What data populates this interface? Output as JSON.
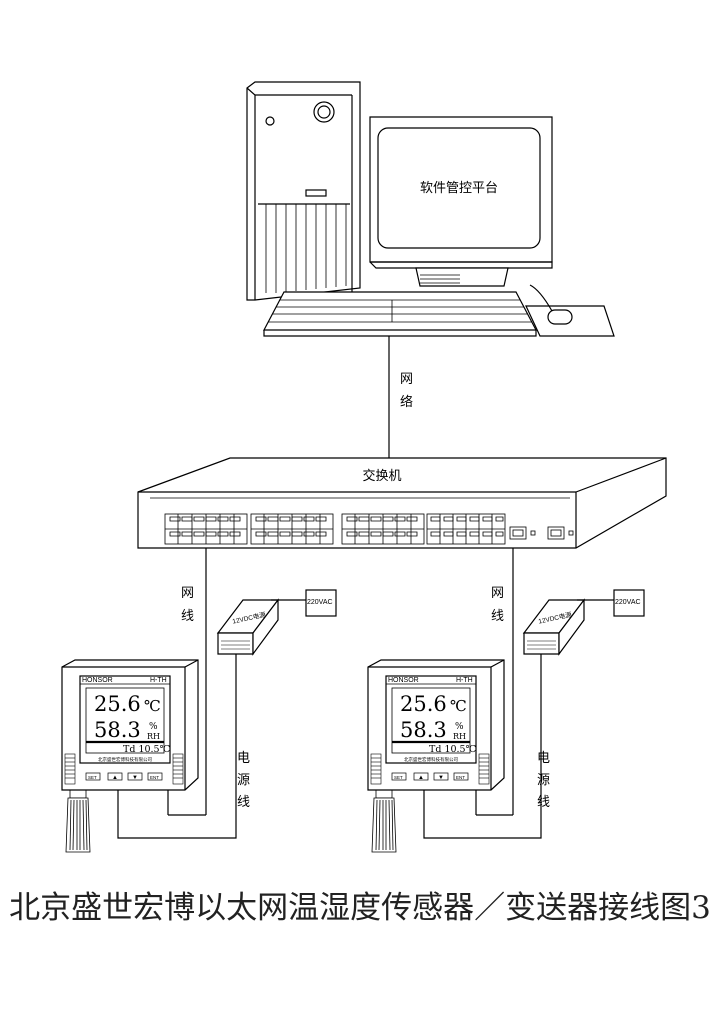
{
  "monitor_label": "软件管控平台",
  "cable_network": [
    "网",
    "络"
  ],
  "switch_label": "交换机",
  "cable_wire": [
    "网",
    "线"
  ],
  "cable_power": [
    "电",
    "源",
    "线"
  ],
  "psu_label": "12VDC电源",
  "ac_label": "220VAC",
  "sensor": {
    "brand": "HONSOR",
    "model": "H-TH",
    "temp": "25.6",
    "temp_unit": "℃",
    "humidity": "58.3",
    "hum_unit_top": "%",
    "hum_unit_bottom": "RH",
    "dew": "Td 10.5℃",
    "company": "北京盛世宏博科技有限公司",
    "buttons": [
      "SET",
      "▲",
      "▼",
      "ENT"
    ]
  },
  "caption": "北京盛世宏博以太网温湿度传感器／变送器接线图3"
}
